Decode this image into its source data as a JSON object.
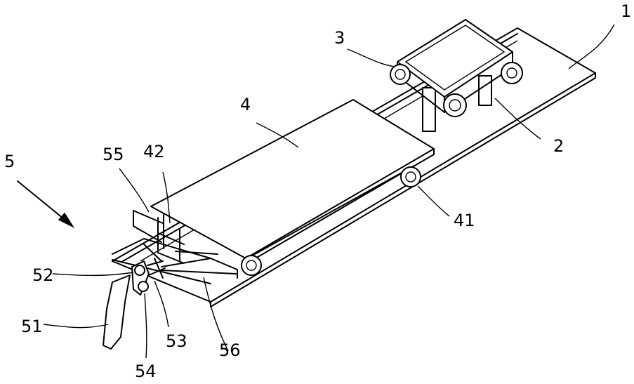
{
  "labels": {
    "rail": "1",
    "support": "2",
    "cart": "3",
    "platform": "4",
    "platform_roller": "41",
    "platform_frame": "42",
    "assembly": "5",
    "pedal": "51",
    "pivot_upper": "52",
    "linkage": "53",
    "pivot_lower": "54",
    "guide_frame": "55",
    "lower_bar": "56"
  }
}
